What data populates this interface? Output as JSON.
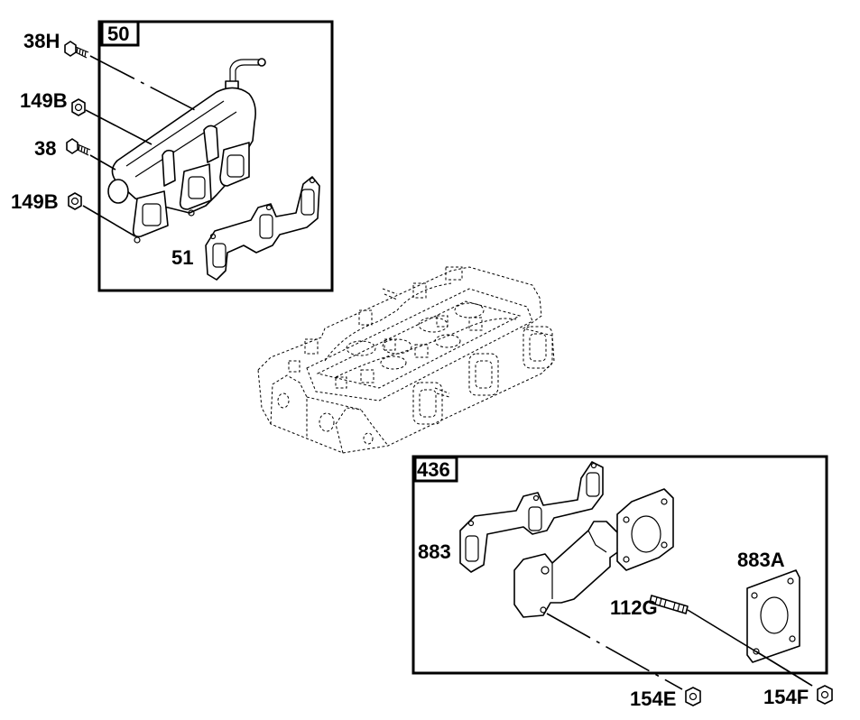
{
  "callouts": {
    "box_50": "50",
    "bolt_38h": "38H",
    "nut_149b_upper": "149B",
    "bolt_38": "38",
    "nut_149b_lower": "149B",
    "gasket_51": "51",
    "box_436": "436",
    "gasket_883": "883",
    "gasket_883a": "883A",
    "stud_112g": "112G",
    "nut_154e": "154E",
    "nut_154f": "154F"
  }
}
